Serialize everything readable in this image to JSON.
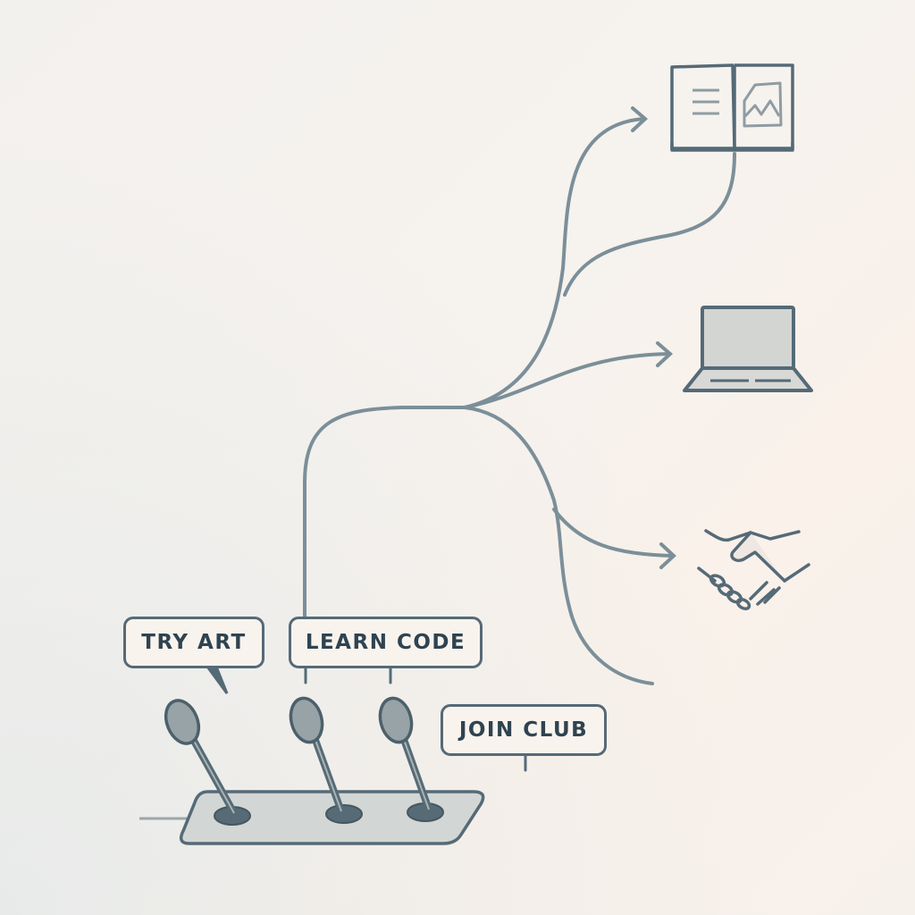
{
  "colors": {
    "stroke": "#556a77",
    "path": "#7b8f99",
    "text": "#2f4350",
    "bubble_fill": "#f9f3ee",
    "fill_light": "#d3d5d3",
    "fill_mid": "#97a3a6"
  },
  "labels": {
    "try_art": "TRY ART",
    "learn_code": "LEARN CODE",
    "join_club": "JOIN CLUB"
  },
  "levers": [
    {
      "id": "lever-1",
      "label_ref": "try_art"
    },
    {
      "id": "lever-2",
      "label_ref": "learn_code"
    },
    {
      "id": "lever-3",
      "label_ref": "join_club"
    }
  ],
  "destinations": [
    {
      "icon": "open-book-icon"
    },
    {
      "icon": "laptop-icon"
    },
    {
      "icon": "handshake-icon"
    }
  ]
}
